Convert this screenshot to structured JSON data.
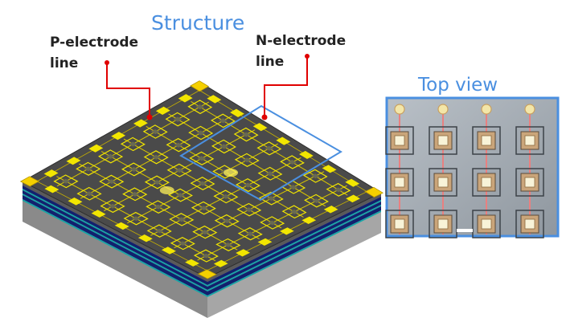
{
  "labels": {
    "structure_title": "Structure",
    "p_electrode_line1": "P-electrode",
    "p_electrode_line2": "line",
    "n_electrode_line1": "N-electrode",
    "n_electrode_line2": "line",
    "top_view_title": "Top view"
  },
  "colors": {
    "accent_blue": "#4a8fe0",
    "electrode_yellow": "#f2e600",
    "leader_red": "#e00000",
    "chip_surface": "#4a4a4a",
    "substrate_gray": "#9a9a9a",
    "layer_navy": "#12206e",
    "layer_teal": "#16a6a6"
  },
  "device": {
    "grid_size": 7,
    "top_view_grid": [
      4,
      3
    ]
  }
}
